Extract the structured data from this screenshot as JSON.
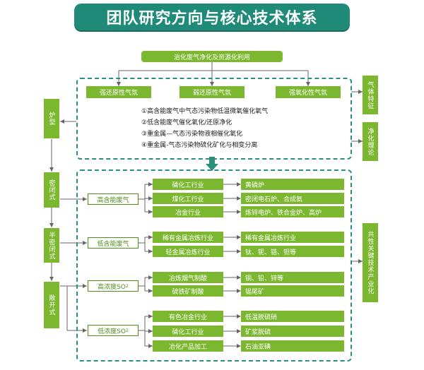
{
  "title": "团队研究方向与核心技术体系",
  "top_box": "治化废气净化及资源化利用",
  "atmospheres": [
    "强还原性气氛",
    "弱还原性气氛",
    "强氧化性气氛"
  ],
  "research_items": [
    "①高含能废气中气态污染物低温微氧催化氧气",
    "②低含能废气催化氧化/还原净化",
    "③重金属—气态污染物液相催化氧化",
    "④重金属-气态污染物硫化矿化与相变分离"
  ],
  "right_labels": {
    "gas_features": "气体特征",
    "purify_theory": "净化理论",
    "common_tech": "共性关键技术产业化"
  },
  "furnace": {
    "label": "炉型",
    "types": [
      "密闭式",
      "半密闭式",
      "敞开式"
    ]
  },
  "groups": [
    {
      "name": "高含能废气",
      "rows": [
        {
          "industry": "磷化工行业",
          "apps": "黄磷炉"
        },
        {
          "industry": "煤化工行业",
          "apps": "密闭电石炉、合成氨"
        },
        {
          "industry": "冶金行业",
          "apps": "炼锌电炉、铁合金炉、高炉"
        }
      ]
    },
    {
      "name": "低含能废气",
      "rows": [
        {
          "industry": "稀有金属冶炼行业",
          "apps": "稀有金属冶炼行业"
        },
        {
          "industry": "轻金属冶炼行业",
          "apps": "钛、铌、锆、钽等"
        }
      ]
    },
    {
      "name": "高浓度SO",
      "sub": "2",
      "rows": [
        {
          "industry": "冶炼烟气制酸",
          "apps": "铜、铅、锌等"
        },
        {
          "industry": "硫铁矿制酸",
          "apps": "锡尾矿"
        }
      ]
    },
    {
      "name": "低浓度SO",
      "sub": "2",
      "rows": [
        {
          "industry": "有色冶金行业",
          "apps": "低温脱硫硝"
        },
        {
          "industry": "磷化工行业",
          "apps": "矿浆脱硫"
        },
        {
          "industry": "冶化产品加工",
          "apps": "石油亚碘"
        }
      ]
    }
  ],
  "colors": {
    "green": "#7cb82f",
    "teal": "#1f8a78",
    "dash": "#2b8f7c"
  }
}
